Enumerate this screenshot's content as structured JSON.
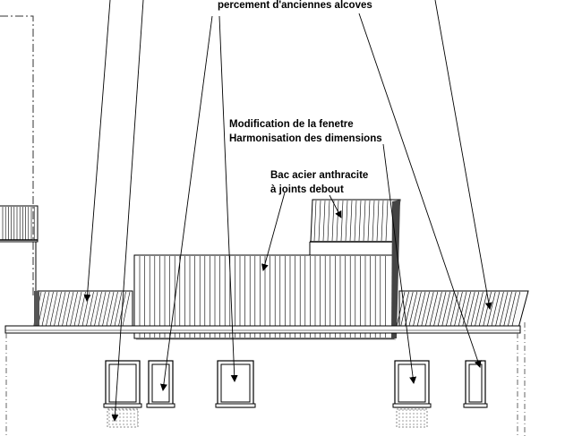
{
  "annotations": {
    "alcoves": "percement d'anciennes alcoves",
    "modification_line1": "Modification de la fenetre",
    "modification_line2": "Harmonisation des dimensions",
    "bac_line1": "Bac acier anthracite",
    "bac_line2": "à joints debout"
  }
}
